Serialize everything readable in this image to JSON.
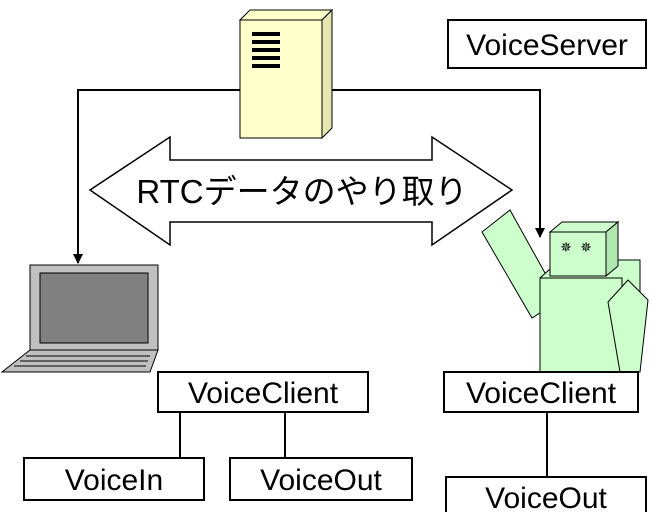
{
  "diagram": {
    "server_label": "VoiceServer",
    "exchange_label": "RTCデータのやり取り",
    "laptop_client_label": "VoiceClient",
    "robot_client_label": "VoiceClient",
    "voice_in_label": "VoiceIn",
    "laptop_voice_out_label": "VoiceOut",
    "robot_voice_out_label": "VoiceOut"
  },
  "colors": {
    "server_fill": "#ffffcc",
    "robot_fill": "#ccffcc",
    "robot_stroke": "#000000",
    "laptop_fill": "#c0c0c0",
    "laptop_screen": "#808080"
  },
  "icons": [
    "server-icon",
    "laptop-icon",
    "robot-icon",
    "double-arrow-icon"
  ]
}
